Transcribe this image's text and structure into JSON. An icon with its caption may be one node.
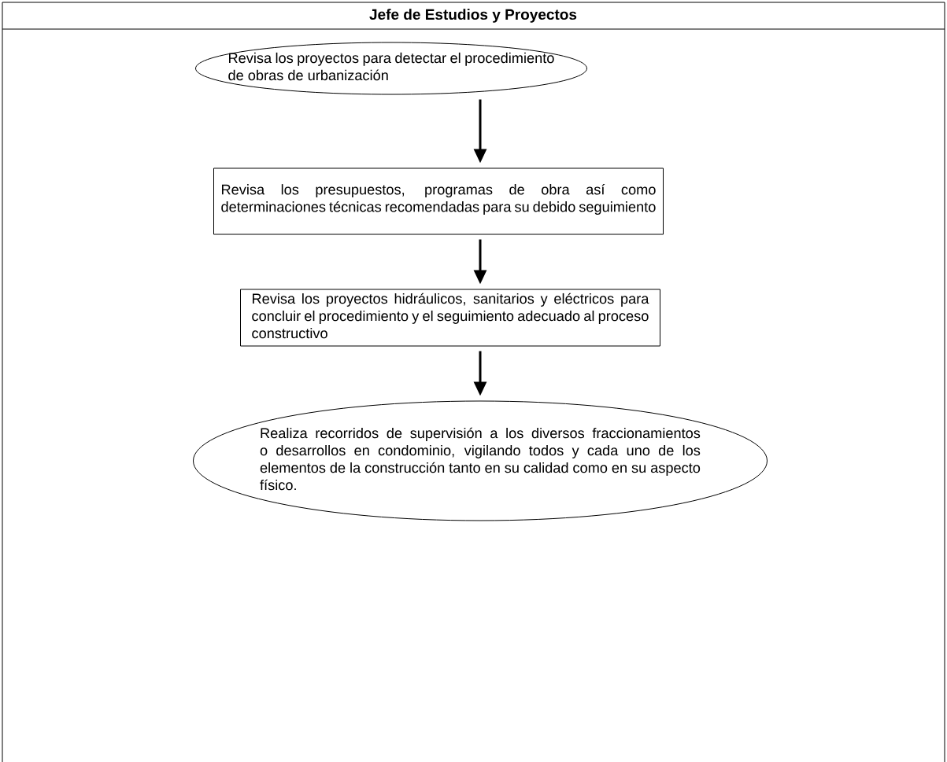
{
  "diagram": {
    "title": "Jefe de Estudios y Proyectos",
    "nodes": [
      {
        "text": [
          "Revisa los proyectos para detectar el procedimiento de obras de urbanización"
        ]
      },
      {
        "text": [
          "Revisa los presupuestos, programas de obra así como determinaciones técnicas recomendadas para su debido seguimiento"
        ]
      },
      {
        "text": [
          "Revisa los proyectos hidráulicos, sanitarios y eléctricos para concluir el procedimiento y el seguimiento adecuado al proceso constructivo"
        ]
      },
      {
        "text": [
          "Realiza recorridos de supervisión a los diversos fraccionamientos o desarrollos en condominio, vigilando todos y cada uno de los elementos de la construcción tanto en su calidad como en su aspecto físico."
        ]
      }
    ],
    "edges": [
      {
        "from": 0,
        "to": 1,
        "arrow": "to"
      },
      {
        "from": 1,
        "to": 2,
        "arrow": "to"
      },
      {
        "from": 2,
        "to": 3,
        "arrow": "to"
      }
    ]
  }
}
